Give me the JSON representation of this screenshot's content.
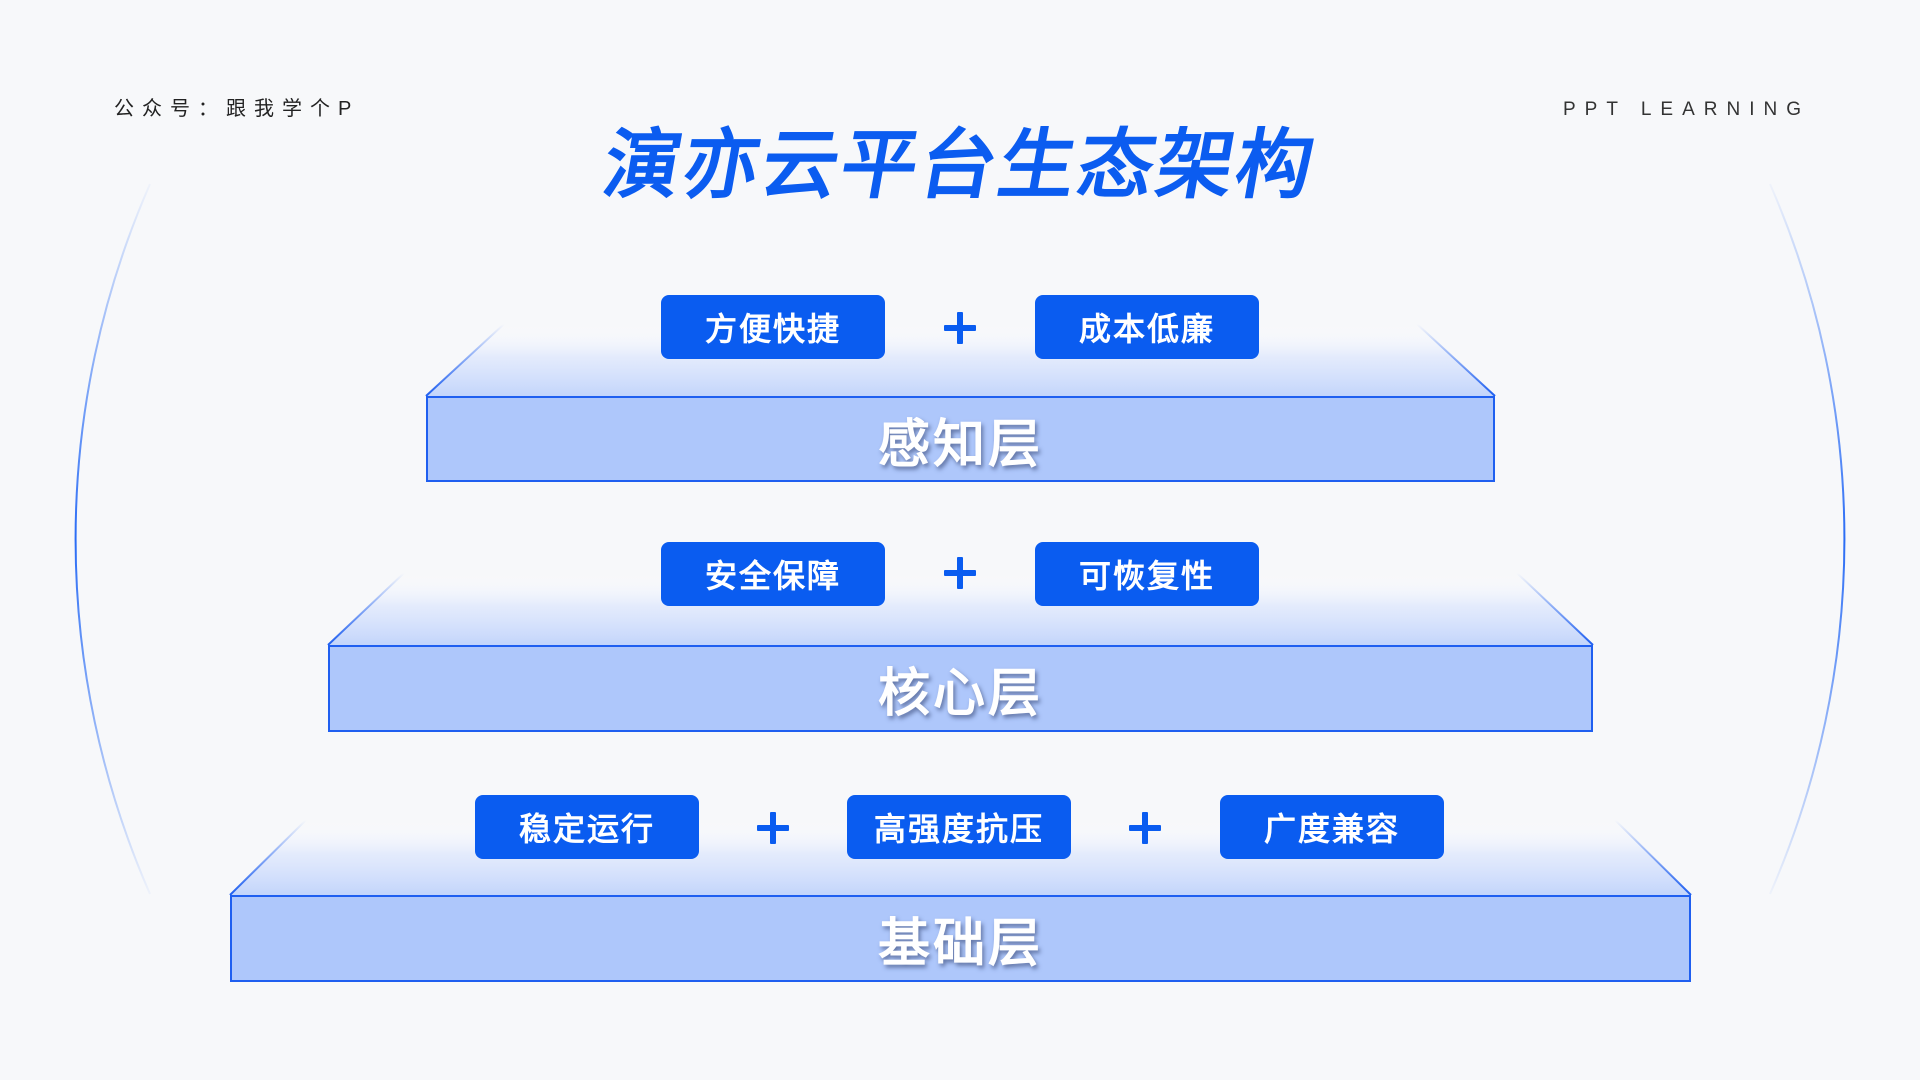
{
  "header": {
    "left_text": "公众号：跟我学个P",
    "right_text": "PPT LEARNING"
  },
  "title": "演亦云平台生态架构",
  "layers": [
    {
      "label": "感知层",
      "features": [
        "方便快捷",
        "成本低廉"
      ]
    },
    {
      "label": "核心层",
      "features": [
        "安全保障",
        "可恢复性"
      ]
    },
    {
      "label": "基础层",
      "features": [
        "稳定运行",
        "高强度抗压",
        "广度兼容"
      ]
    }
  ],
  "connector_icon": "plus-icon",
  "colors": {
    "background": "#f7f8fa",
    "accent": "#0b5cf0",
    "layer_fill": "#aec7fb",
    "layer_border": "#1f5ff0",
    "label_text": "#ffffff"
  }
}
